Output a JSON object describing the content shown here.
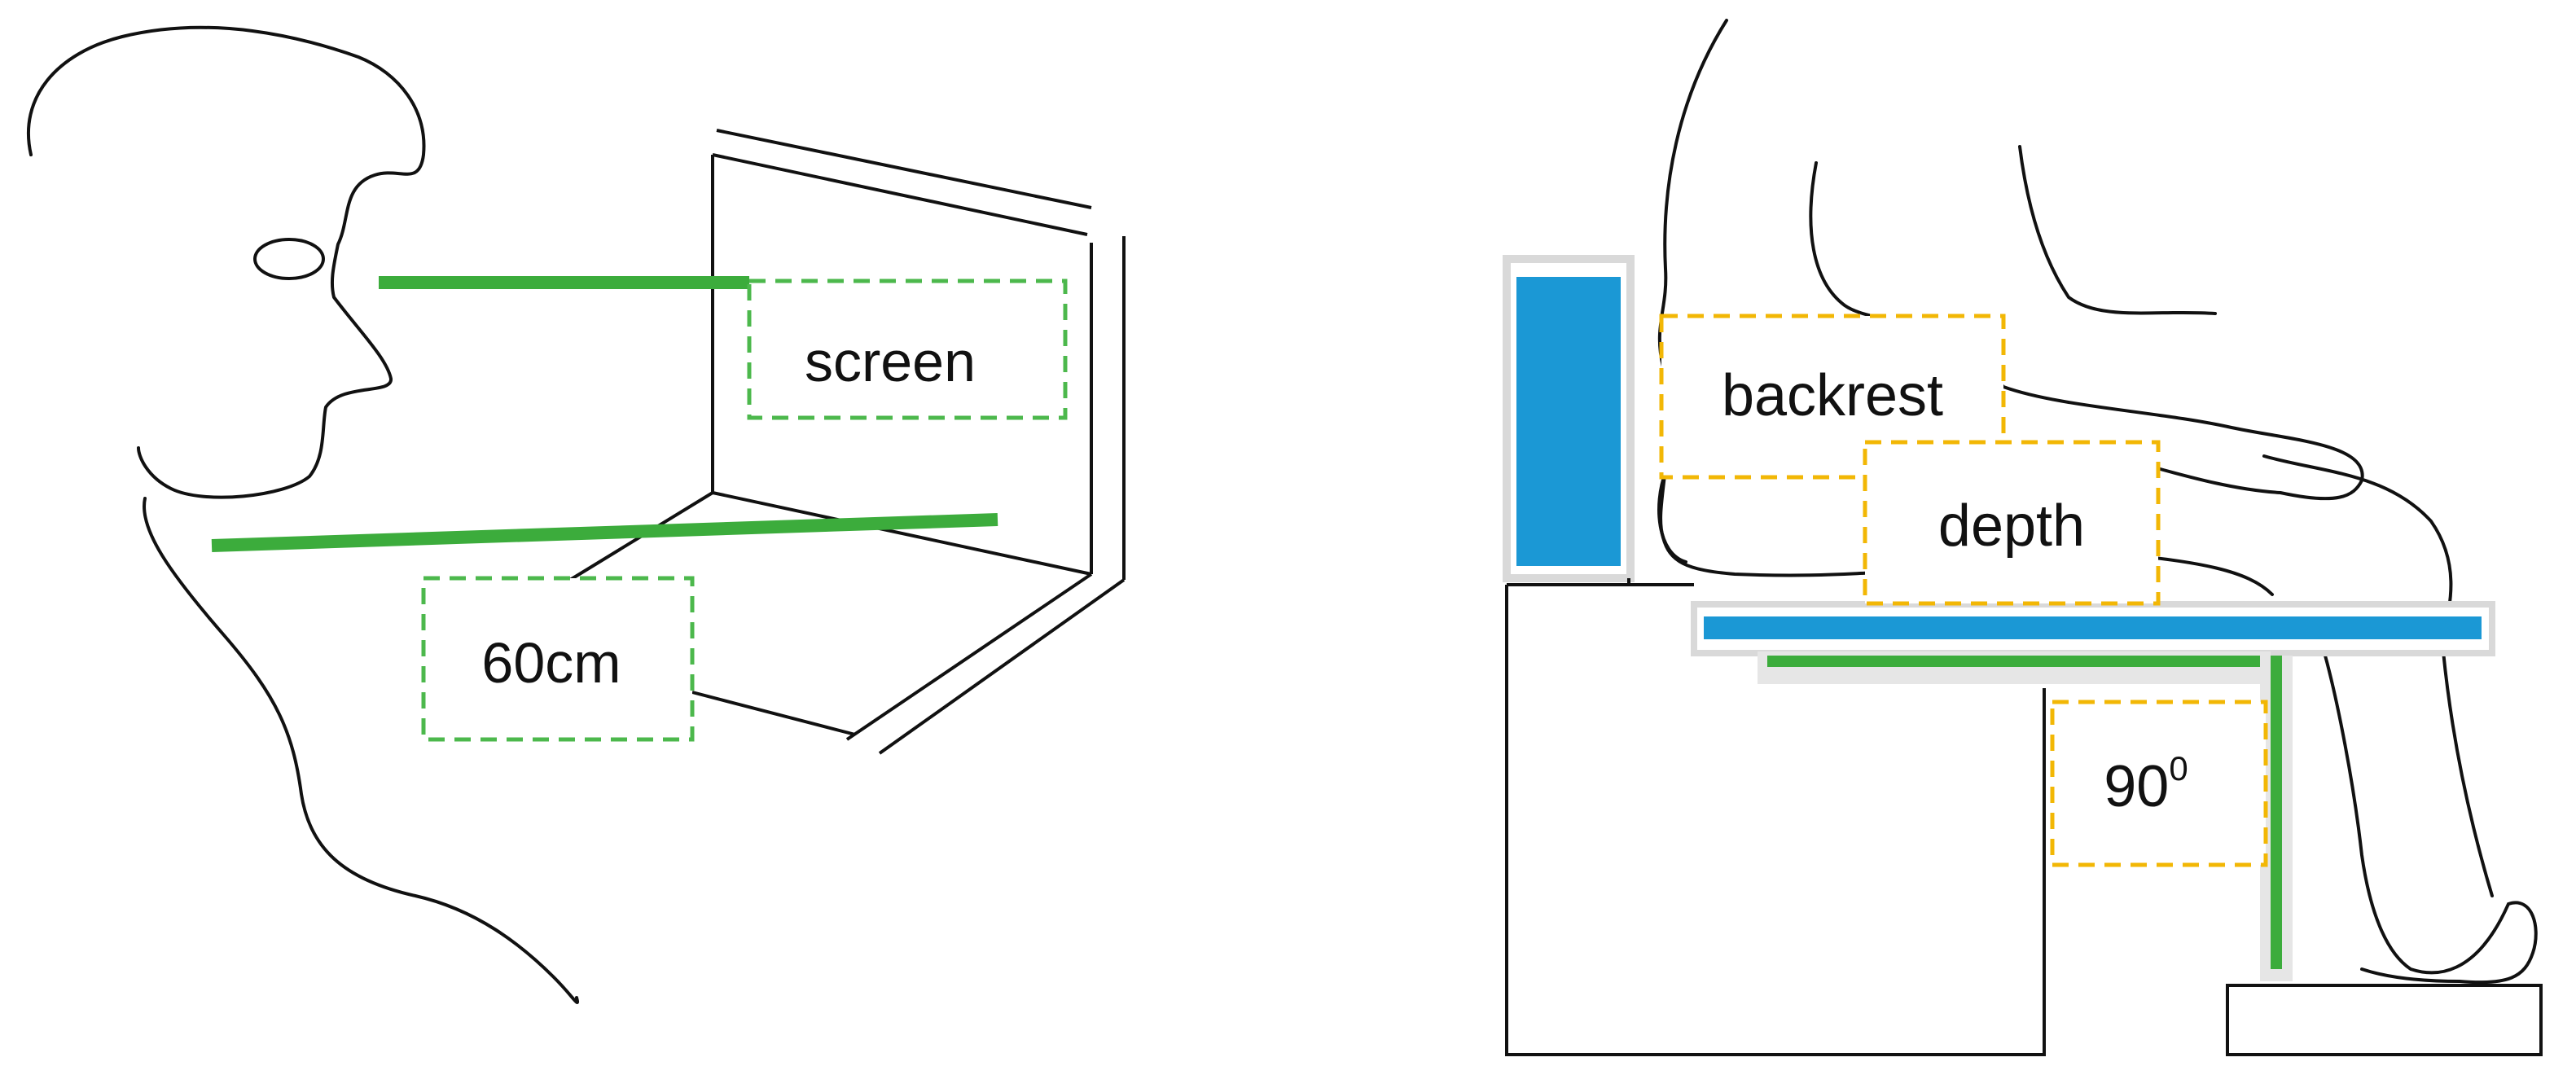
{
  "labels": {
    "screen": "screen",
    "distance": "60cm",
    "backrest": "backrest",
    "depth": "depth",
    "angle_value": "90",
    "angle_superscript": "0"
  },
  "colors": {
    "line": "#111111",
    "green": "#3cac3c",
    "green_dashed": "#4cb84c",
    "blue": "#1b98d5",
    "yellow_dashed": "#f2b705",
    "shadow": "#d9d9d9"
  }
}
